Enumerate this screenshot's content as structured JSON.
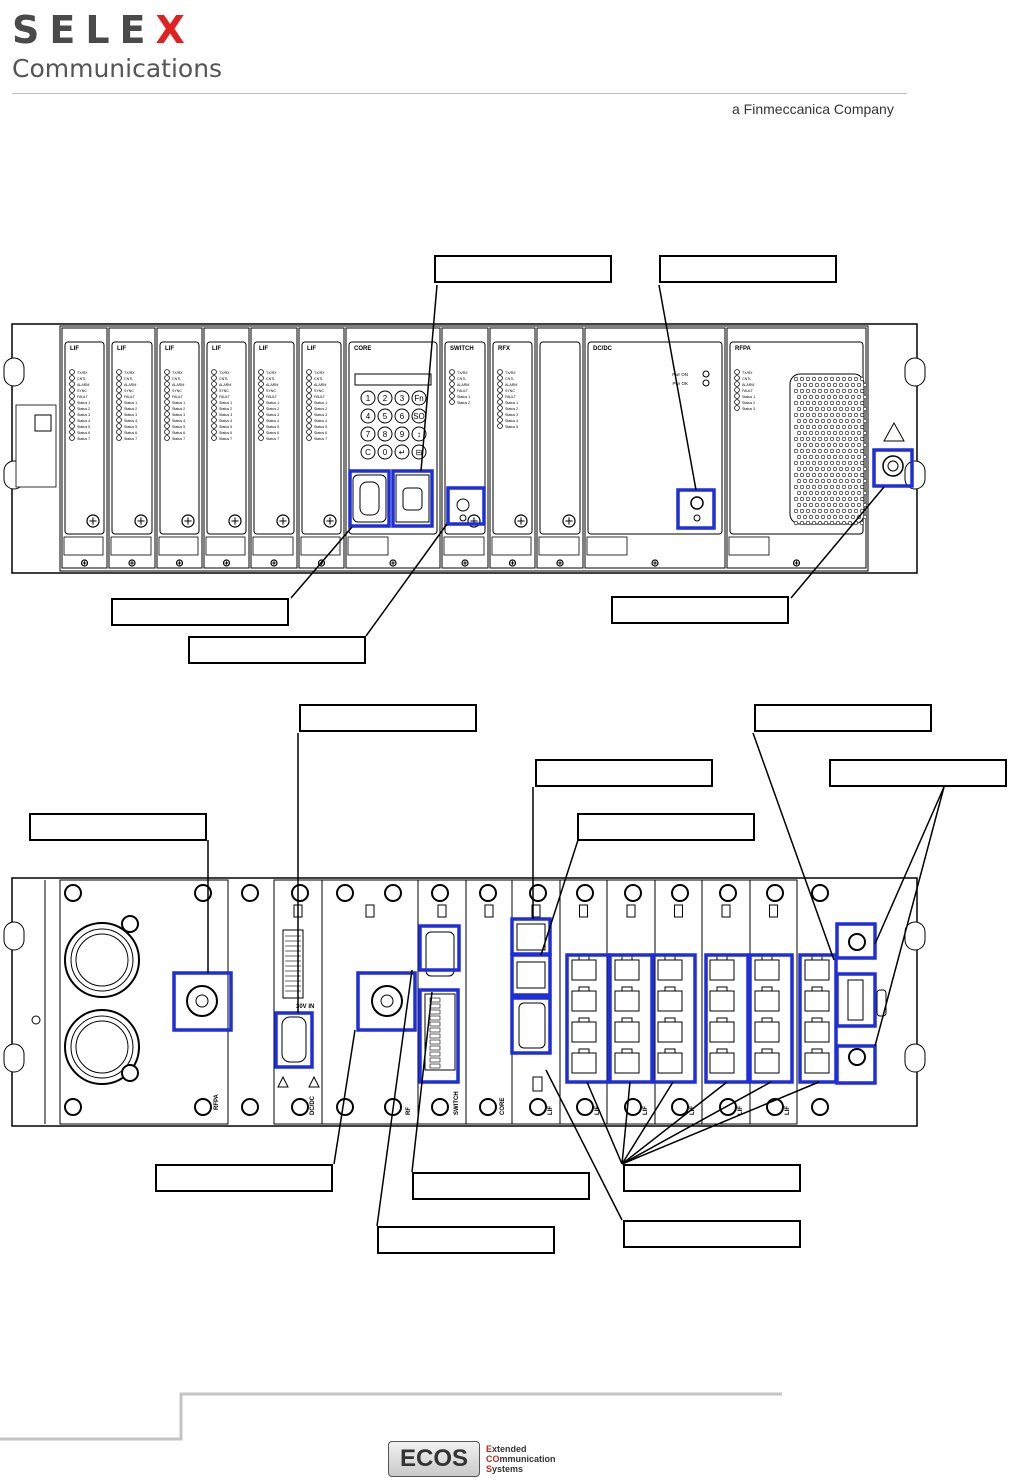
{
  "header": {
    "brand_name": "SELE",
    "brand_name_accent": "X",
    "brand_sub": "Communications",
    "parent_company": "a Finmeccanica Company",
    "brand_accent_color": "#e0211f"
  },
  "front_panel": {
    "cards": [
      {
        "label": "LIF",
        "leds": [
          "TX/RX",
          "CNTL",
          "ALARM",
          "SYNC",
          "FAULT",
          "Status 1",
          "Status 2",
          "Status 3",
          "Status 4",
          "Status 5",
          "Status 6",
          "Status 7"
        ]
      },
      {
        "label": "LIF",
        "leds": [
          "TX/RX",
          "CNTL",
          "ALARM",
          "SYNC",
          "FAULT",
          "Status 1",
          "Status 2",
          "Status 3",
          "Status 4",
          "Status 5",
          "Status 6",
          "Status 7"
        ]
      },
      {
        "label": "LIF",
        "leds": [
          "TX/RX",
          "CNTL",
          "ALARM",
          "SYNC",
          "FAULT",
          "Status 1",
          "Status 2",
          "Status 3",
          "Status 4",
          "Status 5",
          "Status 6",
          "Status 7"
        ]
      },
      {
        "label": "LIF",
        "leds": [
          "TX/RX",
          "CNTL",
          "ALARM",
          "SYNC",
          "FAULT",
          "Status 1",
          "Status 2",
          "Status 3",
          "Status 4",
          "Status 5",
          "Status 6",
          "Status 7"
        ]
      },
      {
        "label": "LIF",
        "leds": [
          "TX/RX",
          "CNTL",
          "ALARM",
          "SYNC",
          "FAULT",
          "Status 1",
          "Status 2",
          "Status 3",
          "Status 4",
          "Status 5",
          "Status 6",
          "Status 7"
        ]
      },
      {
        "label": "LIF",
        "leds": [
          "TX/RX",
          "CNTL",
          "ALARM",
          "SYNC",
          "FAULT",
          "Status 1",
          "Status 2",
          "Status 3",
          "Status 4",
          "Status 5",
          "Status 6",
          "Status 7"
        ]
      },
      {
        "label": "CORE",
        "leds": []
      },
      {
        "label": "SWITCH",
        "leds": [
          "TX/RX",
          "CNTL",
          "ALARM",
          "FAULT",
          "Status 1",
          "Status 2"
        ]
      },
      {
        "label": "RFX",
        "leds": [
          "TX/RX",
          "CNTL",
          "ALARM",
          "SYNC",
          "FAULT",
          "Status 1",
          "Status 2",
          "Status 3",
          "Status 4",
          "Status 5"
        ]
      },
      {
        "label": "",
        "leds": []
      },
      {
        "label": "DC/DC",
        "leds": []
      },
      {
        "label": "RFPA",
        "leds": [
          "TX/RX",
          "CNTL",
          "ALARM",
          "FAULT",
          "Status 1",
          "Status 2",
          "Status 3"
        ]
      }
    ],
    "keypad_keys": [
      "1",
      "2",
      "3",
      "Fn",
      "4",
      "5",
      "6",
      "SO",
      "7",
      "8",
      "9",
      "↕",
      "C",
      "0",
      "↵",
      "⊟"
    ],
    "dcdc_leds": [
      "Pwr ON",
      "Pwr OK"
    ]
  },
  "rear_panel": {
    "card_labels": [
      "RFPA",
      "DC/DC",
      "RF",
      "SWITCH",
      "CORE",
      "LIF",
      "LIF",
      "LIF",
      "LIF",
      "LIF",
      "LIF"
    ],
    "dcdc_voltage": "30V IN"
  },
  "footer": {
    "logo_text": "ECOS",
    "tagline": [
      {
        "accent": "E",
        "rest": "xtended"
      },
      {
        "accent": "CO",
        "rest": "mmunication"
      },
      {
        "accent": "S",
        "rest": "ystems"
      }
    ]
  },
  "highlight_color": "#1f2fd8"
}
